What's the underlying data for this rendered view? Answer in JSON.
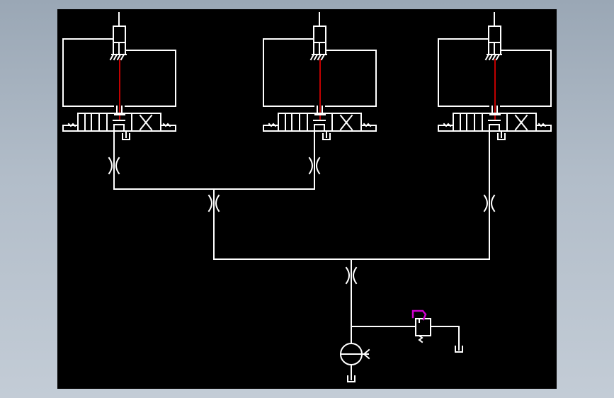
{
  "window": {
    "background_color": "#a9b5c2",
    "canvas_color": "#000000"
  },
  "diagram": {
    "type": "hydraulic-circuit-schematic",
    "line_color": "#ffffff",
    "link_color": "#c00000",
    "highlight_color": "#d000d0",
    "branches": [
      {
        "id": "left"
      },
      {
        "id": "middle"
      },
      {
        "id": "right"
      }
    ],
    "orifices": [
      {
        "id": "orifice-left-branch"
      },
      {
        "id": "orifice-middle-branch"
      },
      {
        "id": "orifice-left-trunk"
      },
      {
        "id": "orifice-right-branch"
      },
      {
        "id": "orifice-main-supply"
      }
    ],
    "components": {
      "pump": "variable-displacement-pump",
      "relief_valve": "pressure-relief-valve",
      "tanks": [
        "tank-pump",
        "tank-relief",
        "tank-valve-left",
        "tank-valve-middle",
        "tank-valve-right"
      ]
    }
  }
}
